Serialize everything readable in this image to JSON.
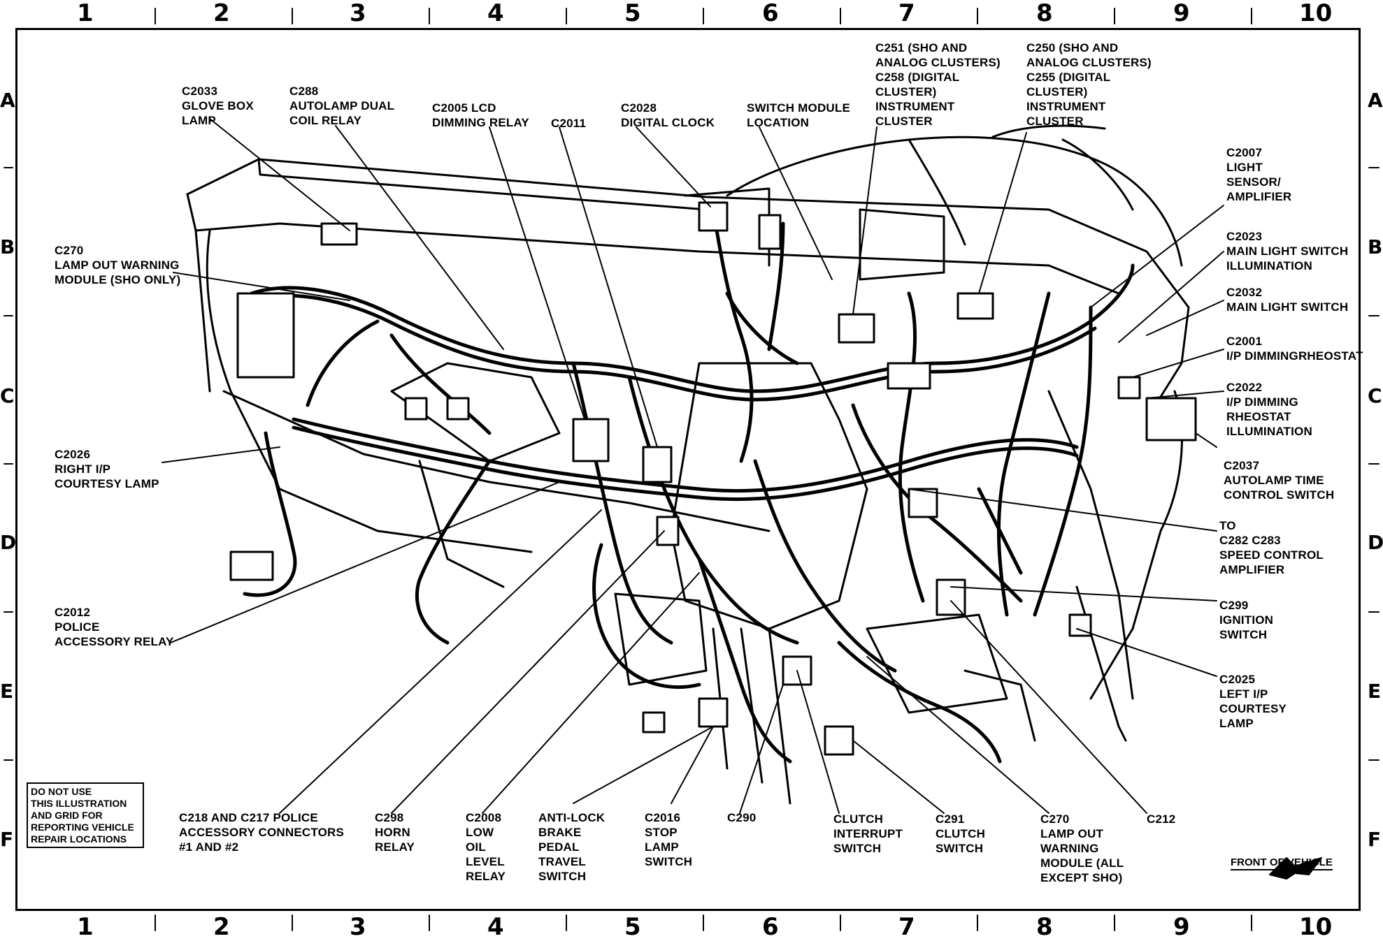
{
  "grid": {
    "columns": [
      "1",
      "2",
      "3",
      "4",
      "5",
      "6",
      "7",
      "8",
      "9",
      "10"
    ],
    "rows": [
      "A",
      "B",
      "C",
      "D",
      "E",
      "F"
    ]
  },
  "labels": {
    "c2033": [
      "C2033",
      "GLOVE BOX",
      "LAMP"
    ],
    "c288": [
      "C288",
      "AUTOLAMP DUAL",
      "COIL RELAY"
    ],
    "c2005": [
      "C2005 LCD",
      "DIMMING RELAY"
    ],
    "c2011": [
      "C2011"
    ],
    "c2028": [
      "C2028",
      "DIGITAL CLOCK"
    ],
    "switch_module": [
      "SWITCH MODULE",
      "LOCATION"
    ],
    "c251": [
      "C251 (SHO AND",
      "ANALOG CLUSTERS)",
      "C258 (DIGITAL",
      "CLUSTER)",
      "INSTRUMENT",
      "CLUSTER"
    ],
    "c250": [
      "C250 (SHO AND",
      "ANALOG CLUSTERS)",
      "C255 (DIGITAL",
      "CLUSTER)",
      "INSTRUMENT",
      "CLUSTER"
    ],
    "c2007": [
      "C2007",
      "LIGHT",
      "SENSOR/",
      "AMPLIFIER"
    ],
    "c2023": [
      "C2023",
      "MAIN LIGHT SWITCH",
      "ILLUMINATION"
    ],
    "c2032": [
      "C2032",
      "MAIN LIGHT SWITCH"
    ],
    "c2001": [
      "C2001",
      "I/P DIMMINGRHEOSTAT"
    ],
    "c2022": [
      "C2022",
      "I/P DIMMING",
      "RHEOSTAT",
      "ILLUMINATION"
    ],
    "c2037": [
      "C2037",
      "AUTOLAMP TIME",
      "CONTROL SWITCH"
    ],
    "to_c282": [
      "TO",
      "C282 C283",
      "SPEED CONTROL",
      "AMPLIFIER"
    ],
    "c299": [
      "C299",
      "IGNITION",
      "SWITCH"
    ],
    "c2025": [
      "C2025",
      "LEFT I/P",
      "COURTESY",
      "LAMP"
    ],
    "c270_top": [
      "C270",
      "LAMP OUT WARNING",
      "MODULE (SHO ONLY)"
    ],
    "c2026": [
      "C2026",
      "RIGHT I/P",
      "COURTESY LAMP"
    ],
    "c2012": [
      "C2012",
      "POLICE",
      "ACCESSORY RELAY"
    ],
    "c218": [
      "C218 AND C217 POLICE",
      "ACCESSORY CONNECTORS",
      "#1 AND #2"
    ],
    "c298": [
      "C298",
      "HORN",
      "RELAY"
    ],
    "c2008": [
      "C2008",
      "LOW",
      "OIL",
      "LEVEL",
      "RELAY"
    ],
    "antilock": [
      "ANTI-LOCK",
      "BRAKE",
      "PEDAL",
      "TRAVEL",
      "SWITCH"
    ],
    "c2016": [
      "C2016",
      "STOP",
      "LAMP",
      "SWITCH"
    ],
    "c290": [
      "C290"
    ],
    "clutch_interrupt": [
      "CLUTCH",
      "INTERRUPT",
      "SWITCH"
    ],
    "c291": [
      "C291",
      "CLUTCH",
      "SWITCH"
    ],
    "c270_bottom": [
      "C270",
      "LAMP OUT",
      "WARNING",
      "MODULE (ALL",
      "EXCEPT SHO)"
    ],
    "c212": [
      "C212"
    ]
  },
  "disclaimer": [
    "DO NOT USE",
    "THIS ILLUSTRATION",
    "AND GRID FOR",
    "REPORTING VEHICLE",
    "REPAIR LOCATIONS"
  ],
  "front_of_vehicle": "FRONT OF VEHICLE"
}
